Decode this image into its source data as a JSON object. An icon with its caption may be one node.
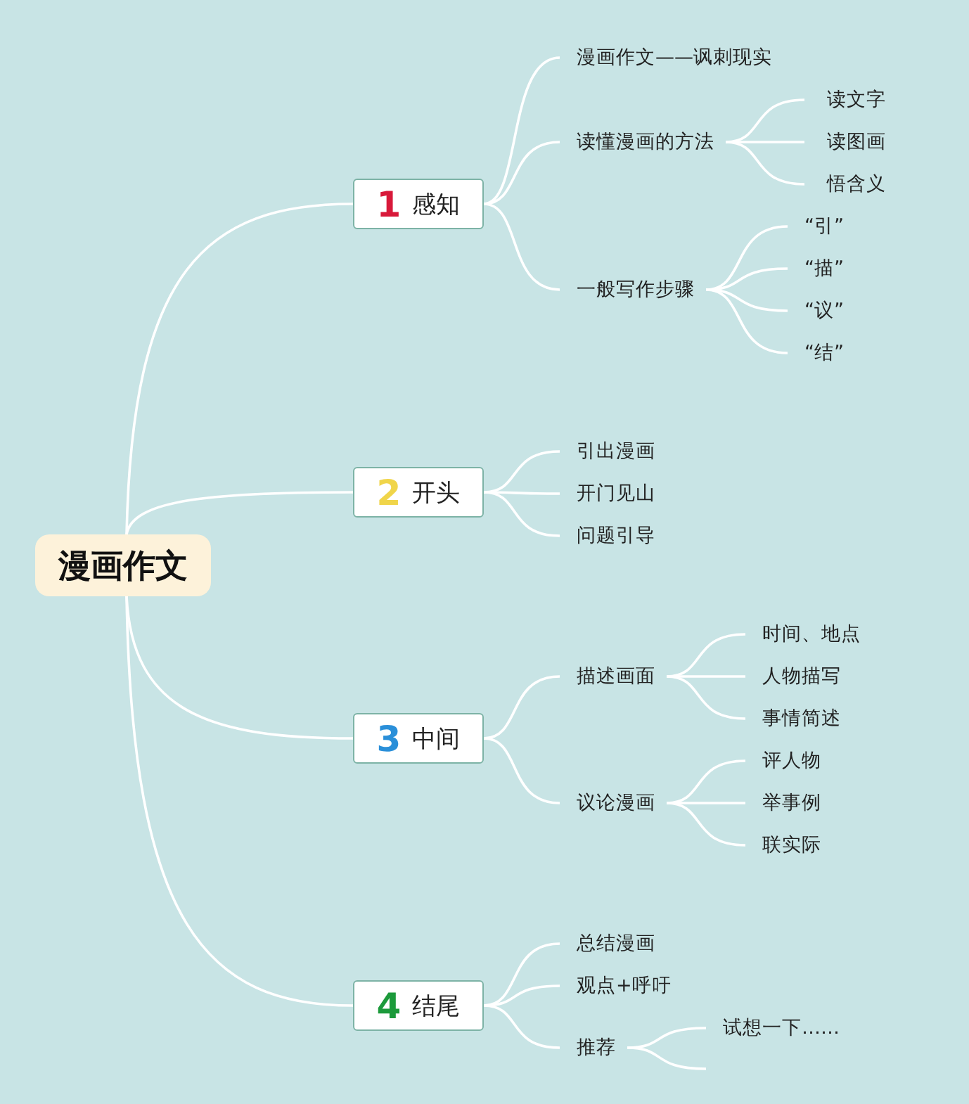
{
  "diagram": {
    "nodes": [
      {
        "text": [
          "漫画作文"
        ]
      },
      {
        "text": [
          "1",
          "感知"
        ]
      },
      {
        "text": [
          "漫画作文——讽刺现实"
        ]
      },
      {
        "text": [
          "读懂漫画的方法"
        ]
      },
      {
        "text": [
          "读文字"
        ]
      },
      {
        "text": [
          "读图画"
        ]
      },
      {
        "text": [
          "悟含义"
        ]
      },
      {
        "text": [
          "一般写作步骤"
        ]
      },
      {
        "text": [
          "“引”"
        ]
      },
      {
        "text": [
          "“描”"
        ]
      },
      {
        "text": [
          "“议”"
        ]
      },
      {
        "text": [
          "“结”"
        ]
      },
      {
        "text": [
          "2",
          "开头"
        ]
      },
      {
        "text": [
          "引出漫画"
        ]
      },
      {
        "text": [
          "开门见山"
        ]
      },
      {
        "text": [
          "问题引导"
        ]
      },
      {
        "text": [
          "3",
          "中间"
        ]
      },
      {
        "text": [
          "描述画面"
        ]
      },
      {
        "text": [
          "时间、地点"
        ]
      },
      {
        "text": [
          "人物描写"
        ]
      },
      {
        "text": [
          "事情简述"
        ]
      },
      {
        "text": [
          "议论漫画"
        ]
      },
      {
        "text": [
          "评人物"
        ]
      },
      {
        "text": [
          "举事例"
        ]
      },
      {
        "text": [
          "联实际"
        ]
      },
      {
        "text": [
          "4",
          "结尾"
        ]
      },
      {
        "text": [
          "总结漫画"
        ]
      },
      {
        "text": [
          "观点+呼吁"
        ]
      },
      {
        "text": [
          "推荐"
        ]
      },
      {
        "text": [
          "试想一下……"
        ]
      }
    ],
    "edges": [
      {
        "from": 0,
        "to": 1,
        "arrow": "none"
      },
      {
        "from": 0,
        "to": 12,
        "arrow": "none"
      },
      {
        "from": 0,
        "to": 16,
        "arrow": "none"
      },
      {
        "from": 0,
        "to": 25,
        "arrow": "none"
      },
      {
        "from": 1,
        "to": 2,
        "arrow": "none"
      },
      {
        "from": 1,
        "to": 3,
        "arrow": "none"
      },
      {
        "from": 1,
        "to": 7,
        "arrow": "none"
      },
      {
        "from": 3,
        "to": 4,
        "arrow": "none"
      },
      {
        "from": 3,
        "to": 5,
        "arrow": "none"
      },
      {
        "from": 3,
        "to": 6,
        "arrow": "none"
      },
      {
        "from": 7,
        "to": 8,
        "arrow": "none"
      },
      {
        "from": 7,
        "to": 9,
        "arrow": "none"
      },
      {
        "from": 7,
        "to": 10,
        "arrow": "none"
      },
      {
        "from": 7,
        "to": 11,
        "arrow": "none"
      },
      {
        "from": 12,
        "to": 13,
        "arrow": "none"
      },
      {
        "from": 12,
        "to": 14,
        "arrow": "none"
      },
      {
        "from": 12,
        "to": 15,
        "arrow": "none"
      },
      {
        "from": 16,
        "to": 17,
        "arrow": "none"
      },
      {
        "from": 16,
        "to": 21,
        "arrow": "none"
      },
      {
        "from": 17,
        "to": 18,
        "arrow": "none"
      },
      {
        "from": 17,
        "to": 19,
        "arrow": "none"
      },
      {
        "from": 17,
        "to": 20,
        "arrow": "none"
      },
      {
        "from": 21,
        "to": 22,
        "arrow": "none"
      },
      {
        "from": 21,
        "to": 23,
        "arrow": "none"
      },
      {
        "from": 21,
        "to": 24,
        "arrow": "none"
      },
      {
        "from": 25,
        "to": 26,
        "arrow": "none"
      },
      {
        "from": 25,
        "to": 27,
        "arrow": "none"
      },
      {
        "from": 25,
        "to": 28,
        "arrow": "none"
      },
      {
        "from": 28,
        "to": 29,
        "arrow": "none"
      },
      {
        "from": 28,
        "to": null,
        "arrow": "none"
      }
    ]
  }
}
